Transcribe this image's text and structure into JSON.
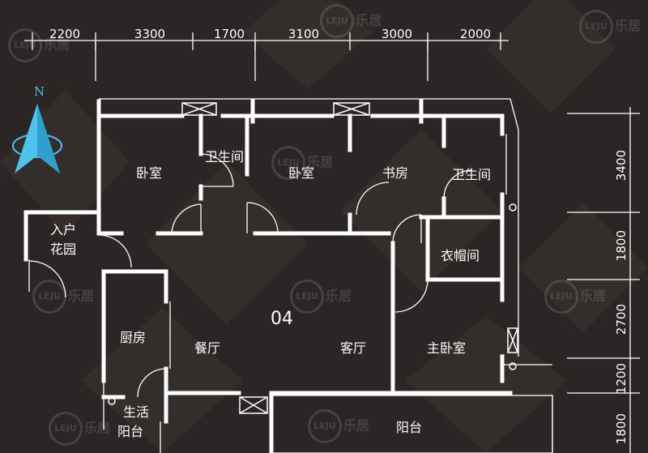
{
  "unit": {
    "number": "04"
  },
  "compass": {
    "letter": "N"
  },
  "dimensions": {
    "top": [
      "2200",
      "3300",
      "1700",
      "3100",
      "3000",
      "2000"
    ],
    "right": [
      "3400",
      "1800",
      "2700",
      "1200",
      "1800"
    ]
  },
  "rooms": {
    "bedroom_1": "卧室",
    "bathroom_1": "卫生间",
    "bedroom_2": "卧室",
    "study": "书房",
    "bathroom_2": "卫生间",
    "garden_1": "入户",
    "garden_2": "花园",
    "cloakroom": "衣帽间",
    "kitchen": "厨房",
    "dining": "餐厅",
    "living": "客厅",
    "master_bedroom": "主卧室",
    "utility_1": "生活",
    "utility_2": "阳台",
    "balcony": "阳台"
  },
  "watermark": {
    "text": "乐居",
    "badge": "LEJU"
  },
  "colors": {
    "background": "#2b2625",
    "lines": "#ffffff",
    "compass": "#4ec3ee"
  }
}
